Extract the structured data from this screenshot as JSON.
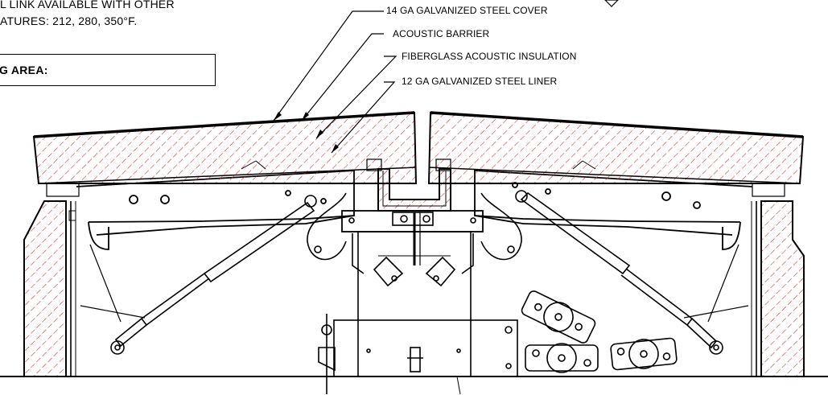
{
  "notes": {
    "line1": "L LINK AVAILABLE WITH OTHER",
    "line2": "ATURES:  212, 280, 350°F."
  },
  "area_box": {
    "label": "G AREA:"
  },
  "callouts": [
    {
      "text": "14 GA GALVANIZED STEEL COVER"
    },
    {
      "text": "ACOUSTIC BARRIER"
    },
    {
      "text": "FIBERGLASS ACOUSTIC INSULATION"
    },
    {
      "text": "12 GA GALVANIZED STEEL LINER"
    }
  ],
  "colors": {
    "line": "#000000",
    "hatch": "#e32020",
    "background": "#ffffff"
  }
}
